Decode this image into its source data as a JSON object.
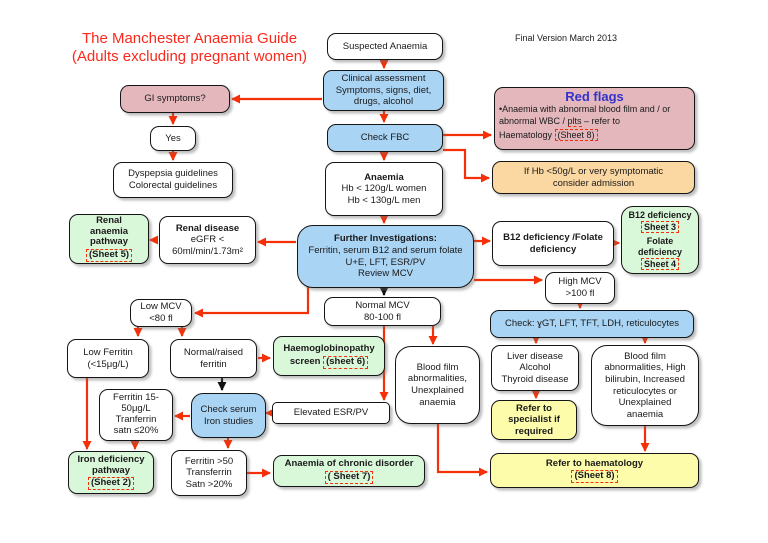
{
  "title": {
    "line1": "The Manchester Anaemia Guide",
    "line2": "(Adults excluding pregnant women)"
  },
  "version": "Final Version March 2013",
  "colors": {
    "title_red": "#fb281c",
    "arrow_red": "#f53008",
    "arrow_black": "#111111",
    "box_blue": "#aad4f4",
    "box_pink": "#e3b7bc",
    "box_orange": "#fbd7a2",
    "box_green": "#d9f7d9",
    "box_yellow": "#fcfcaa",
    "red_flags_title_blue": "#3333cc"
  },
  "nodes": {
    "suspected_anaemia": {
      "label": "Suspected Anaemia"
    },
    "clinical_assessment": {
      "lines": [
        "Clinical assessment",
        "Symptoms, signs, diet,",
        "drugs, alcohol"
      ]
    },
    "check_fbc": {
      "label": "Check FBC"
    },
    "gi_symptoms": {
      "label": "GI symptoms?"
    },
    "yes": {
      "label": "Yes"
    },
    "guidelines": {
      "lines": [
        "Dyspepsia guidelines",
        "Colorectal guidelines"
      ]
    },
    "red_flags": {
      "title": "Red flags",
      "line1": "•Anaemia with abnormal blood film and / or",
      "line2_pre": "abnormal WBC / ",
      "line2_plts": "plts",
      "line2_post": " – refer to",
      "line3_pre": "Haematology ",
      "line3_sheet": "(Sheet 8)"
    },
    "admission": {
      "lines": [
        "If Hb <50g/L or very symptomatic",
        "consider admission"
      ]
    },
    "anaemia": {
      "title": "Anaemia",
      "lines": [
        "Hb < 120g/L women",
        "Hb < 130g/L men"
      ]
    },
    "renal_pathway": {
      "lines": [
        "Renal",
        "anaemia",
        "pathway"
      ],
      "sheet": "(Sheet 5)"
    },
    "renal_disease": {
      "title": "Renal disease",
      "lines": [
        "eGFR <",
        "60ml/min/1.73m²"
      ]
    },
    "further_investigations": {
      "title": "Further Investigations:",
      "lines": [
        "Ferritin, serum B12 and serum folate",
        "U+E, LFT, ESR/PV",
        "Review MCV"
      ]
    },
    "b12_folate": {
      "lines": [
        "B12 deficiency /Folate",
        "deficiency"
      ]
    },
    "b12_sheets": {
      "b12_label": "B12 deficiency",
      "b12_sheet": "Sheet 3",
      "folate_label": "Folate deficiency",
      "folate_sheet": "Sheet 4"
    },
    "high_mcv": {
      "lines": [
        "High MCV",
        ">100 fl"
      ]
    },
    "low_mcv": {
      "lines": [
        "Low MCV",
        "<80 fl"
      ]
    },
    "normal_mcv": {
      "lines": [
        "Normal MCV",
        "80-100 fl"
      ]
    },
    "check_ygt": {
      "label": "Check: ɣGT, LFT, TFT, LDH, reticulocytes"
    },
    "low_ferritin": {
      "lines": [
        "Low Ferritin",
        "(<15μg/L)"
      ]
    },
    "normal_raised_ferritin": {
      "lines": [
        "Normal/raised",
        "ferritin"
      ]
    },
    "haemoglobinopathy": {
      "line1": "Haemoglobinopathy",
      "line2_pre": "screen ",
      "sheet": "(sheet 6)"
    },
    "blood_film_mid": {
      "lines": [
        "Blood film",
        "abnormalities,",
        "Unexplained",
        "anaemia"
      ]
    },
    "liver_disease": {
      "lines": [
        "Liver disease",
        "Alcohol",
        "Thyroid disease"
      ]
    },
    "blood_film_right": {
      "lines": [
        "Blood film",
        "abnormalities, High",
        "bilirubin, Increased",
        "reticulocytes or",
        "Unexplained",
        "anaemia"
      ]
    },
    "ferritin_15_50": {
      "lines": [
        "Ferritin 15-",
        "50μg/L",
        "Tranferrin",
        "satn ≤20%"
      ]
    },
    "check_serum_iron": {
      "lines": [
        "Check serum",
        "Iron studies"
      ]
    },
    "elevated_esr": {
      "label": "Elevated ESR/PV"
    },
    "refer_specialist": {
      "lines": [
        "Refer to",
        "specialist if",
        "required"
      ]
    },
    "iron_deficiency": {
      "lines": [
        "Iron deficiency",
        "pathway"
      ],
      "sheet": "(Sheet 2)"
    },
    "ferritin_over_50": {
      "lines": [
        "Ferritin >50",
        "Transferrin",
        "Satn >20%"
      ]
    },
    "chronic_disorder": {
      "line1": "Anaemia of chronic disorder",
      "sheet": "( Sheet 7)"
    },
    "refer_haematology": {
      "line1": "Refer to haematology",
      "sheet": "(Sheet 8)"
    }
  }
}
